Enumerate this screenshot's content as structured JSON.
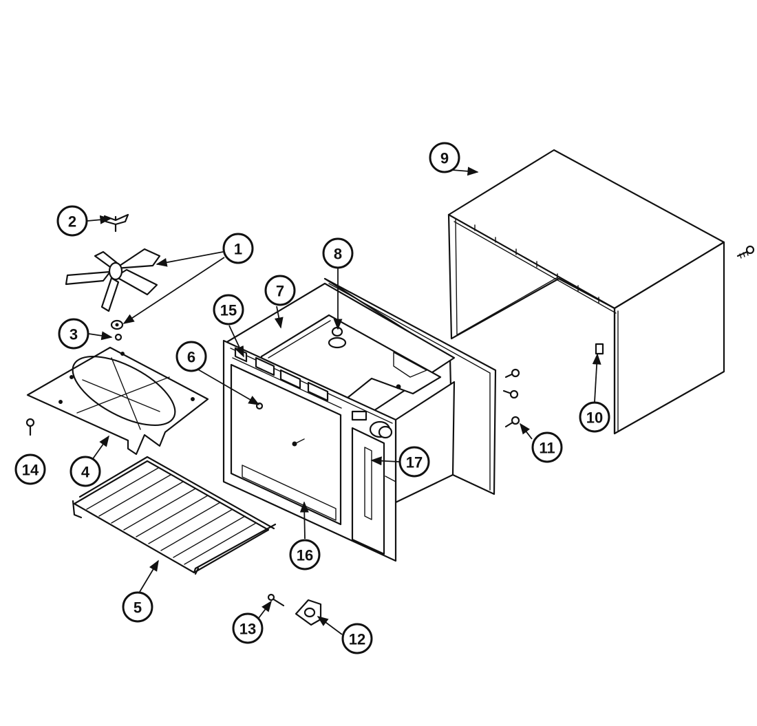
{
  "diagram": {
    "callouts": [
      {
        "label": "1"
      },
      {
        "label": "2"
      },
      {
        "label": "3"
      },
      {
        "label": "4"
      },
      {
        "label": "5"
      },
      {
        "label": "6"
      },
      {
        "label": "7"
      },
      {
        "label": "8"
      },
      {
        "label": "9"
      },
      {
        "label": "10"
      },
      {
        "label": "11"
      },
      {
        "label": "12"
      },
      {
        "label": "13"
      },
      {
        "label": "14"
      },
      {
        "label": "15"
      },
      {
        "label": "16"
      },
      {
        "label": "17"
      }
    ],
    "colors": {
      "line": "#111111",
      "background": "#ffffff"
    }
  }
}
